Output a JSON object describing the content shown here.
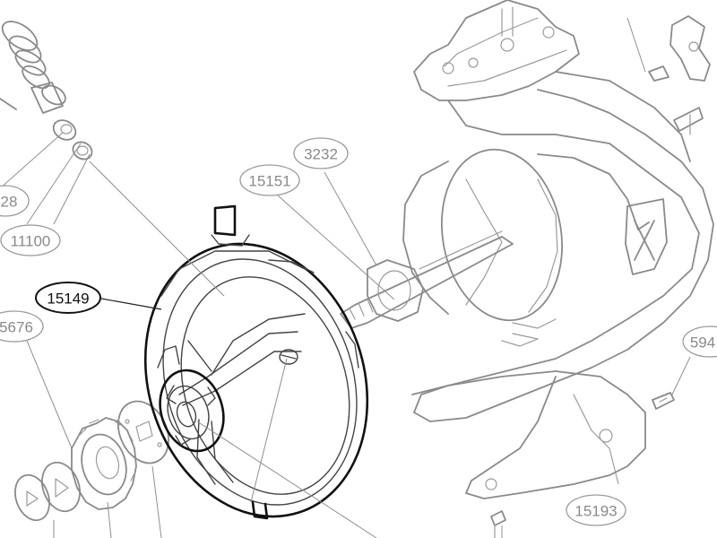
{
  "diagram": {
    "callouts": {
      "c15149": "15149",
      "c15151": "15151",
      "c3232": "3232",
      "c11100": "11100",
      "c28": "28",
      "c5676": "5676",
      "c594": "594",
      "c15193": "15193"
    },
    "highlight_color": "#111111",
    "faint_color": "#8a8a8a"
  }
}
